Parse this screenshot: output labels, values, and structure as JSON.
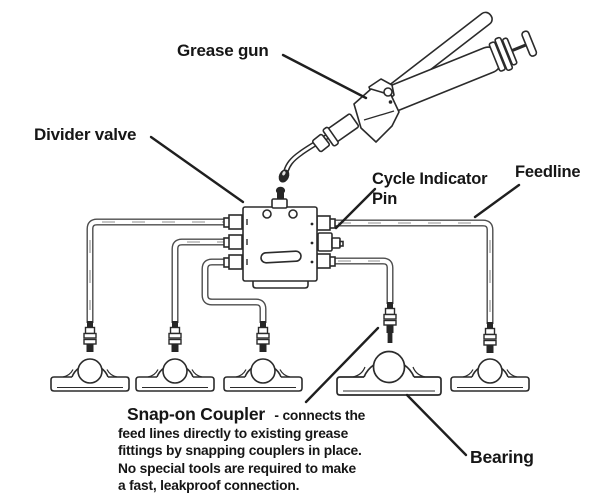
{
  "labels": {
    "grease_gun": "Grease gun",
    "divider_valve": "Divider valve",
    "cycle_indicator_line1": "Cycle Indicator",
    "cycle_indicator_line2": "Pin",
    "feedline": "Feedline",
    "bearing": "Bearing"
  },
  "snap_on_coupler": {
    "heading": "Snap-on Coupler",
    "lead_in": "- connects the",
    "lines": [
      "feed lines directly to existing grease",
      "fittings by snapping couplers in place.",
      "No special tools are required to make",
      "a fast, leakproof connection."
    ]
  },
  "colors": {
    "background": "#ffffff",
    "ink": "#2b2b2b",
    "pipe": "#4d4d4d",
    "text": "#161616"
  }
}
